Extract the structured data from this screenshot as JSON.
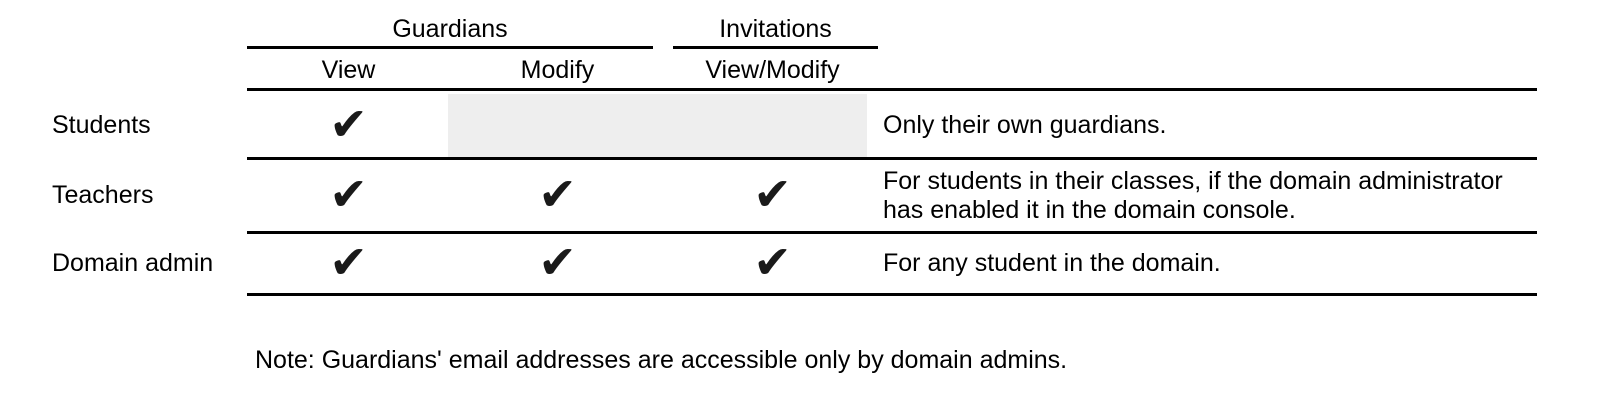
{
  "table": {
    "column_groups": [
      {
        "label": "Guardians"
      },
      {
        "label": "Invitations"
      }
    ],
    "columns": [
      {
        "label": "View"
      },
      {
        "label": "Modify"
      },
      {
        "label": "View/Modify"
      }
    ],
    "check_glyph": "✔",
    "rows": [
      {
        "label": "Students",
        "view": true,
        "modify": false,
        "view_modify": false,
        "note_lines": [
          "Only their own guardians."
        ]
      },
      {
        "label": "Teachers",
        "view": true,
        "modify": true,
        "view_modify": true,
        "note_lines": [
          "For students in their classes, if the domain administrator",
          "has enabled it in the domain console."
        ]
      },
      {
        "label": "Domain admin",
        "view": true,
        "modify": true,
        "view_modify": true,
        "note_lines": [
          "For any student in the domain."
        ]
      }
    ]
  },
  "footnote": "Note: Guardians' email addresses are accessible only by domain admins.",
  "colors": {
    "text": "#000000",
    "grid_line": "#000000",
    "disabled_cell_bg": "#eeeeee"
  }
}
